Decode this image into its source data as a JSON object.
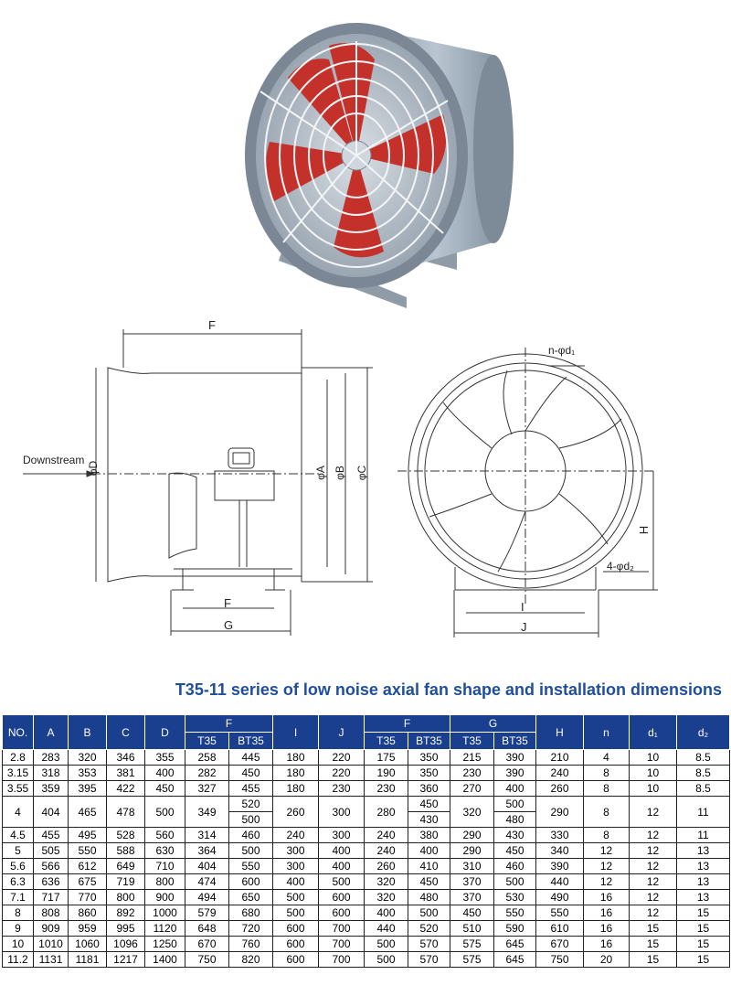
{
  "labels": {
    "downstream": "Downstream",
    "dim_F_top": "F",
    "dim_F_bottom": "F",
    "dim_G": "G",
    "dim_D": "φD",
    "dim_A": "φA",
    "dim_B": "φB",
    "dim_C": "φC",
    "dim_n_d1": "n-φd₁",
    "dim_4_d2": "4-φd₂",
    "dim_I": "I",
    "dim_J": "J",
    "dim_H": "H"
  },
  "title": "T35-11 series of low noise axial fan shape and installation dimensions",
  "table": {
    "headers": {
      "no": "NO.",
      "a": "A",
      "b": "B",
      "c": "C",
      "d": "D",
      "e_group": "F",
      "e_t35": "T35",
      "e_bt35": "BT35",
      "i": "I",
      "j": "J",
      "f_group": "F",
      "f_t35": "T35",
      "f_bt35": "BT35",
      "g_group": "G",
      "g_t35": "T35",
      "g_bt35": "BT35",
      "h": "H",
      "n": "n",
      "d1": "d₁",
      "d2": "d₂"
    },
    "rows": [
      [
        "2.8",
        "283",
        "320",
        "346",
        "355",
        "258",
        "445",
        "180",
        "220",
        "175",
        "350",
        "215",
        "390",
        "210",
        "4",
        "10",
        "8.5"
      ],
      [
        "3.15",
        "318",
        "353",
        "381",
        "400",
        "282",
        "450",
        "180",
        "220",
        "190",
        "350",
        "230",
        "390",
        "240",
        "8",
        "10",
        "8.5"
      ],
      [
        "3.55",
        "359",
        "395",
        "422",
        "450",
        "327",
        "455",
        "180",
        "230",
        "230",
        "360",
        "270",
        "400",
        "260",
        "8",
        "10",
        "8.5"
      ],
      [
        "4",
        "404",
        "465",
        "478",
        "500",
        "349",
        [
          "520",
          "500"
        ],
        "260",
        "300",
        "280",
        [
          "450",
          "430"
        ],
        "320",
        [
          "500",
          "480"
        ],
        "290",
        "8",
        "12",
        "11"
      ],
      [
        "4.5",
        "455",
        "495",
        "528",
        "560",
        "314",
        "460",
        "240",
        "300",
        "240",
        "380",
        "290",
        "430",
        "330",
        "8",
        "12",
        "11"
      ],
      [
        "5",
        "505",
        "550",
        "588",
        "630",
        "364",
        "500",
        "300",
        "400",
        "240",
        "400",
        "290",
        "450",
        "340",
        "12",
        "12",
        "13"
      ],
      [
        "5.6",
        "566",
        "612",
        "649",
        "710",
        "404",
        "550",
        "300",
        "400",
        "260",
        "410",
        "310",
        "460",
        "390",
        "12",
        "12",
        "13"
      ],
      [
        "6.3",
        "636",
        "675",
        "719",
        "800",
        "474",
        "600",
        "400",
        "500",
        "320",
        "450",
        "370",
        "500",
        "440",
        "12",
        "12",
        "13"
      ],
      [
        "7.1",
        "717",
        "770",
        "800",
        "900",
        "494",
        "650",
        "500",
        "600",
        "320",
        "480",
        "370",
        "530",
        "490",
        "16",
        "12",
        "13"
      ],
      [
        "8",
        "808",
        "860",
        "892",
        "1000",
        "579",
        "680",
        "500",
        "600",
        "400",
        "500",
        "450",
        "550",
        "550",
        "16",
        "12",
        "15"
      ],
      [
        "9",
        "909",
        "959",
        "995",
        "1120",
        "648",
        "720",
        "600",
        "700",
        "440",
        "520",
        "510",
        "590",
        "610",
        "16",
        "15",
        "15"
      ],
      [
        "10",
        "1010",
        "1060",
        "1096",
        "1250",
        "670",
        "760",
        "600",
        "700",
        "500",
        "570",
        "575",
        "645",
        "670",
        "16",
        "15",
        "15"
      ],
      [
        "11.2",
        "1131",
        "1181",
        "1217",
        "1400",
        "750",
        "820",
        "600",
        "700",
        "500",
        "570",
        "575",
        "645",
        "750",
        "20",
        "15",
        "15"
      ]
    ]
  }
}
